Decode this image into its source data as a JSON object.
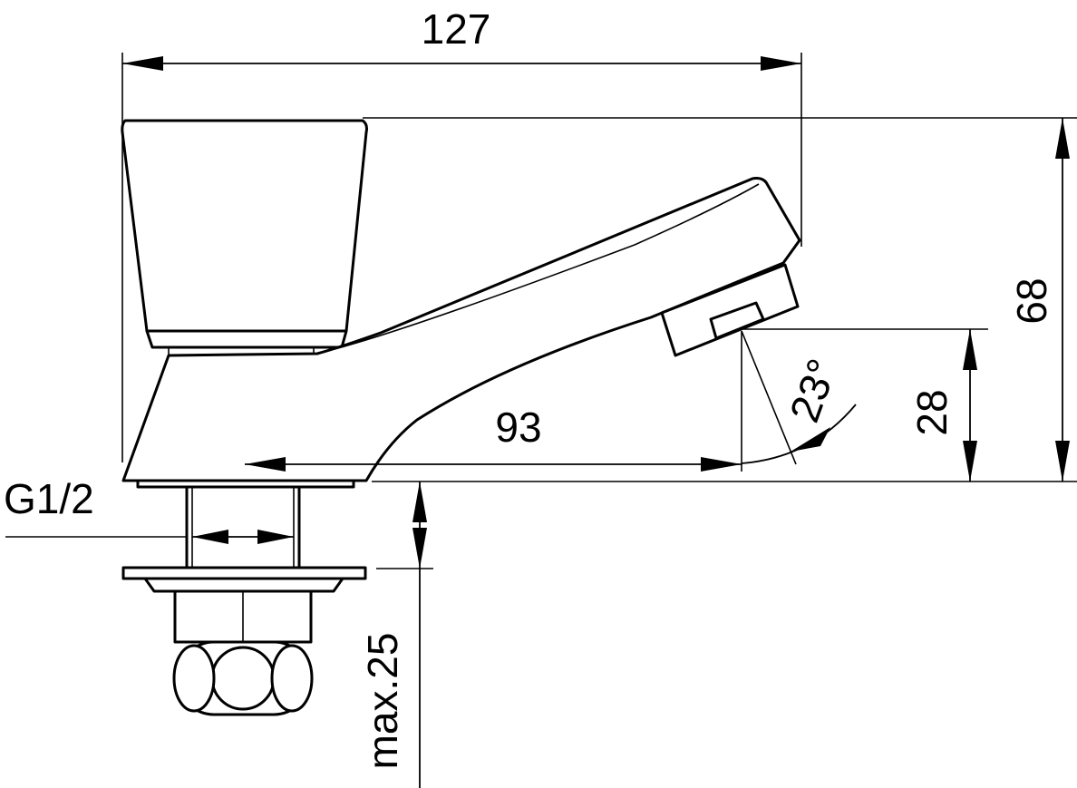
{
  "dimensions": {
    "overall_length": "127",
    "overall_height": "68",
    "spout_reach": "93",
    "outlet_height": "28",
    "spout_angle": "23°",
    "thread": "G1/2",
    "max_mounting_thickness": "max.25"
  }
}
